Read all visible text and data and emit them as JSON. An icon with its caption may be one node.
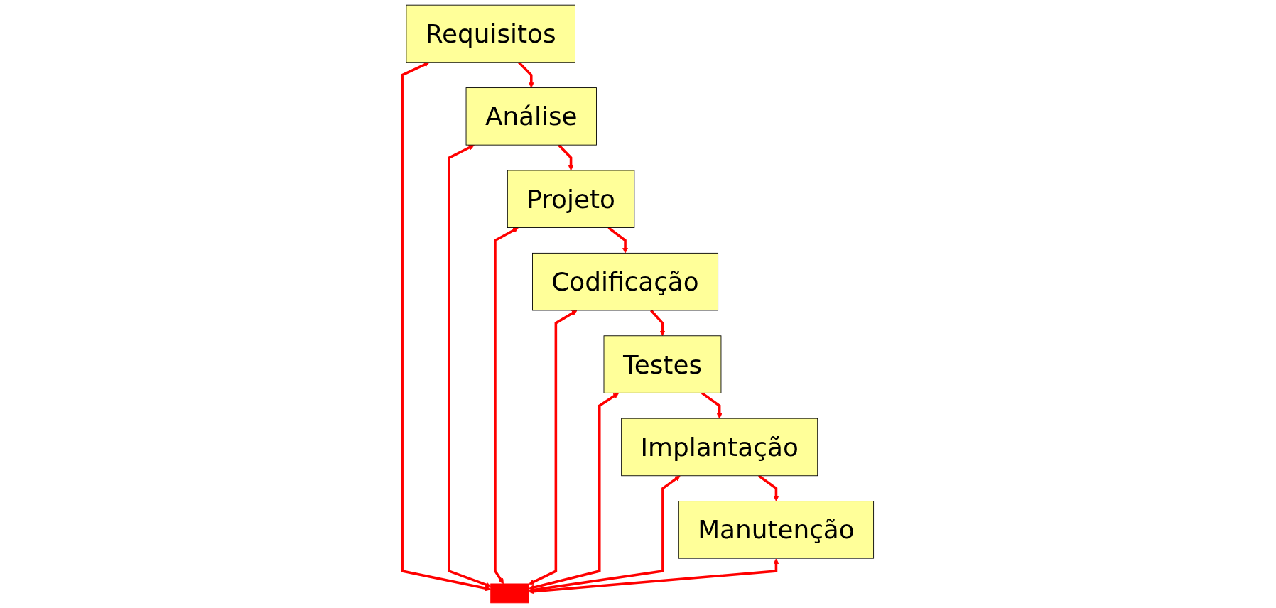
{
  "diagram": {
    "nodes": [
      {
        "text": [
          "Requisitos"
        ]
      },
      {
        "text": [
          "Análise"
        ]
      },
      {
        "text": [
          "Projeto"
        ]
      },
      {
        "text": [
          "Codificação"
        ]
      },
      {
        "text": [
          "Testes"
        ]
      },
      {
        "text": [
          "Implantação"
        ]
      },
      {
        "text": [
          "Manutenção"
        ]
      },
      {
        "text": [],
        "shape": "bar"
      }
    ],
    "edges": [
      {
        "from": 0,
        "to": 1,
        "arrow": "to"
      },
      {
        "from": 1,
        "to": 2,
        "arrow": "to"
      },
      {
        "from": 2,
        "to": 3,
        "arrow": "to"
      },
      {
        "from": 3,
        "to": 4,
        "arrow": "to"
      },
      {
        "from": 4,
        "to": 5,
        "arrow": "to"
      },
      {
        "from": 5,
        "to": 6,
        "arrow": "to"
      },
      {
        "from": 0,
        "to": 7,
        "arrow": "both"
      },
      {
        "from": 1,
        "to": 7,
        "arrow": "both"
      },
      {
        "from": 2,
        "to": 7,
        "arrow": "both"
      },
      {
        "from": 3,
        "to": 7,
        "arrow": "both"
      },
      {
        "from": 4,
        "to": 7,
        "arrow": "both"
      },
      {
        "from": 5,
        "to": 7,
        "arrow": "both"
      },
      {
        "from": 6,
        "to": 7,
        "arrow": "both"
      }
    ]
  }
}
